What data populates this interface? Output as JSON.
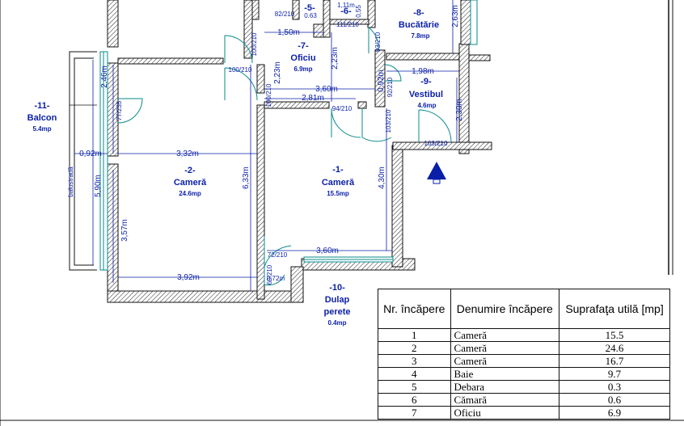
{
  "rooms": {
    "r1": {
      "num": "-1-",
      "name": "Cameră",
      "area": "15.5mp"
    },
    "r2": {
      "num": "-2-",
      "name": "Cameră",
      "area": "24.6mp"
    },
    "r5": {
      "num": "-5-",
      "area": "0.63"
    },
    "r6": {
      "num": "-6-"
    },
    "r7": {
      "num": "-7-",
      "name": "Oficiu",
      "area": "6.9mp"
    },
    "r8": {
      "num": "-8-",
      "name": "Bucătărie",
      "area": "7.8mp"
    },
    "r9": {
      "num": "-9-",
      "name": "Vestibul",
      "area": "4.6mp"
    },
    "r10": {
      "num": "-10-",
      "name1": "Dulap",
      "name2": "perete",
      "area": "0.4mp"
    },
    "r11": {
      "num": "-11-",
      "name": "Balcon",
      "area": "5.4mp"
    }
  },
  "dims": {
    "d150": "1,50m",
    "d223a": "2,23m",
    "d223b": "2,23m",
    "d360a": "3,60m",
    "d281": "2,81m",
    "d198": "1,98m",
    "d230": "2,30m",
    "d263": "2,63m",
    "d092a": "0,92m",
    "d092b": "0,92m",
    "d332": "3,32m",
    "d246": "2,46m",
    "d590": "5,90m",
    "d633": "6,33m",
    "d430": "4,30m",
    "d357": "3,57m",
    "d360b": "3,60m",
    "d392": "3,92m",
    "d072": "0,72m",
    "d111": "1,11m",
    "d055": "0,55"
  },
  "doors": {
    "a": "82/210",
    "b": "100/210",
    "c": "100/210",
    "d": "111/210",
    "e": "93/210",
    "f": "100/210",
    "g": "92/210",
    "h": "94/210",
    "i": "103/210",
    "j": "103/210",
    "k": "77/235",
    "l": "72/210",
    "m": "60/210"
  },
  "labels": {
    "balustrada": "balustradă"
  },
  "legend": {
    "headers": [
      "Nr. încăpere",
      "Denumire încăpere",
      "Suprafaţa utilă [mp]"
    ],
    "rows": [
      {
        "nr": "1",
        "name": "Cameră",
        "area": "15.5"
      },
      {
        "nr": "2",
        "name": "Cameră",
        "area": "24.6"
      },
      {
        "nr": "3",
        "name": "Cameră",
        "area": "16.7"
      },
      {
        "nr": "4",
        "name": "Baie",
        "area": "9.7"
      },
      {
        "nr": "5",
        "name": "Debara",
        "area": "0.3"
      },
      {
        "nr": "6",
        "name": "Cămară",
        "area": "0.6"
      },
      {
        "nr": "7",
        "name": "Oficiu",
        "area": "6.9"
      }
    ]
  },
  "colors": {
    "label": "#0a1fa8",
    "door": "#0a8a8a",
    "wall": "#111111"
  },
  "icons": {
    "north": "entrance-arrow-icon"
  }
}
